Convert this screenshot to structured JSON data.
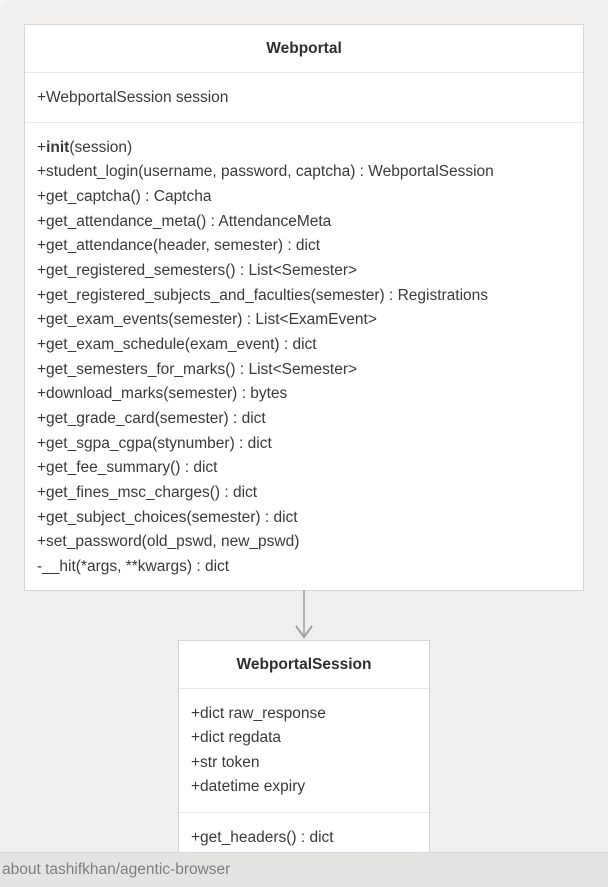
{
  "status_bar": {
    "text": "about tashifkhan/agentic-browser"
  },
  "diagram": {
    "webportal": {
      "title": "Webportal",
      "attributes": [
        "+WebportalSession session"
      ],
      "init_method": {
        "prefix": "+",
        "name": "init",
        "suffix": "(session)"
      },
      "methods": [
        "+student_login(username, password, captcha) : WebportalSession",
        "+get_captcha() : Captcha",
        "+get_attendance_meta() : AttendanceMeta",
        "+get_attendance(header, semester) : dict",
        "+get_registered_semesters() : List<Semester>",
        "+get_registered_subjects_and_faculties(semester) : Registrations",
        "+get_exam_events(semester) : List<ExamEvent>",
        "+get_exam_schedule(exam_event) : dict",
        "+get_semesters_for_marks() : List<Semester>",
        "+download_marks(semester) : bytes",
        "+get_grade_card(semester) : dict",
        "+get_sgpa_cgpa(stynumber) : dict",
        "+get_fee_summary() : dict",
        "+get_fines_msc_charges() : dict",
        "+get_subject_choices(semester) : dict",
        "+set_password(old_pswd, new_pswd)",
        "-__hit(*args, **kwargs) : dict"
      ]
    },
    "session": {
      "title": "WebportalSession",
      "attributes": [
        "+dict raw_response",
        "+dict regdata",
        "+str token",
        "+datetime expiry"
      ],
      "methods": [
        "+get_headers() : dict"
      ]
    }
  }
}
